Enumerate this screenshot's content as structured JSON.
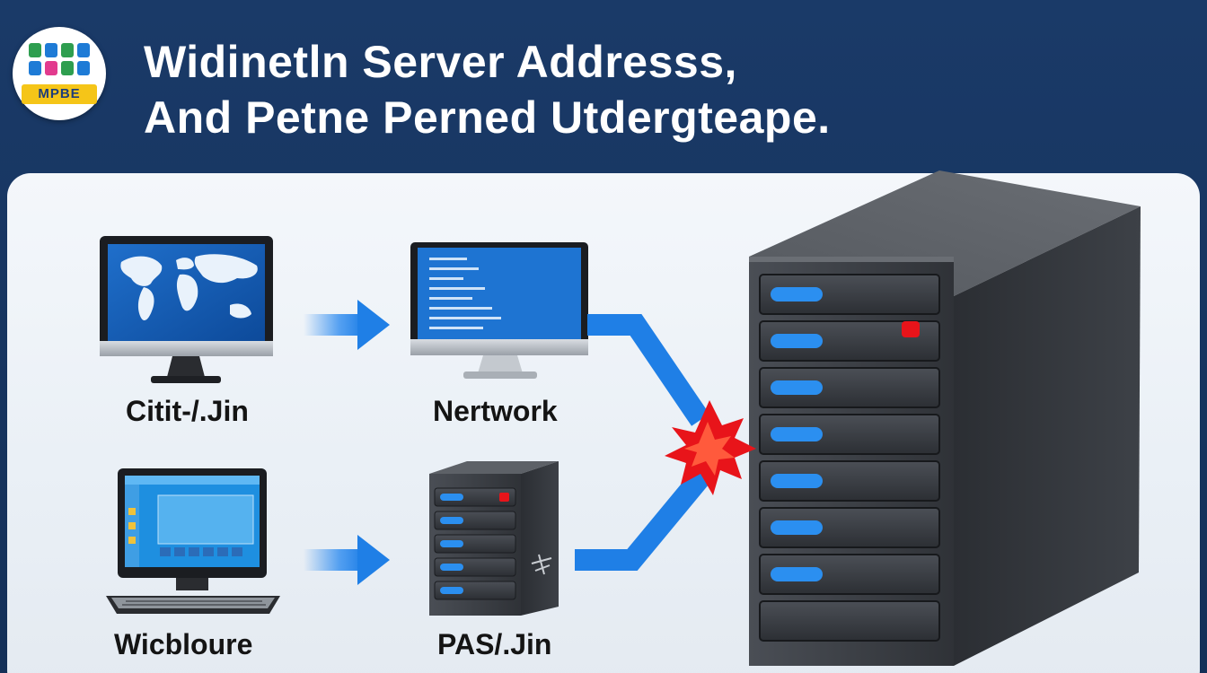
{
  "header": {
    "title_line1": "Widinetln Server Addresss,",
    "title_line2": "And Petne Perned Utdergteape."
  },
  "logo": {
    "text": "MPBE"
  },
  "nodes": {
    "top_left": "Citit-/.Jin",
    "top_middle": "Nertwork",
    "bottom_left": "Wicbloure",
    "bottom_middle": "PAS/.Jin"
  },
  "colors": {
    "header_bg": "#15335f",
    "arrow_blue": "#1f7fe6",
    "burst_red": "#e8141a",
    "server_body": "#3a3d42"
  }
}
